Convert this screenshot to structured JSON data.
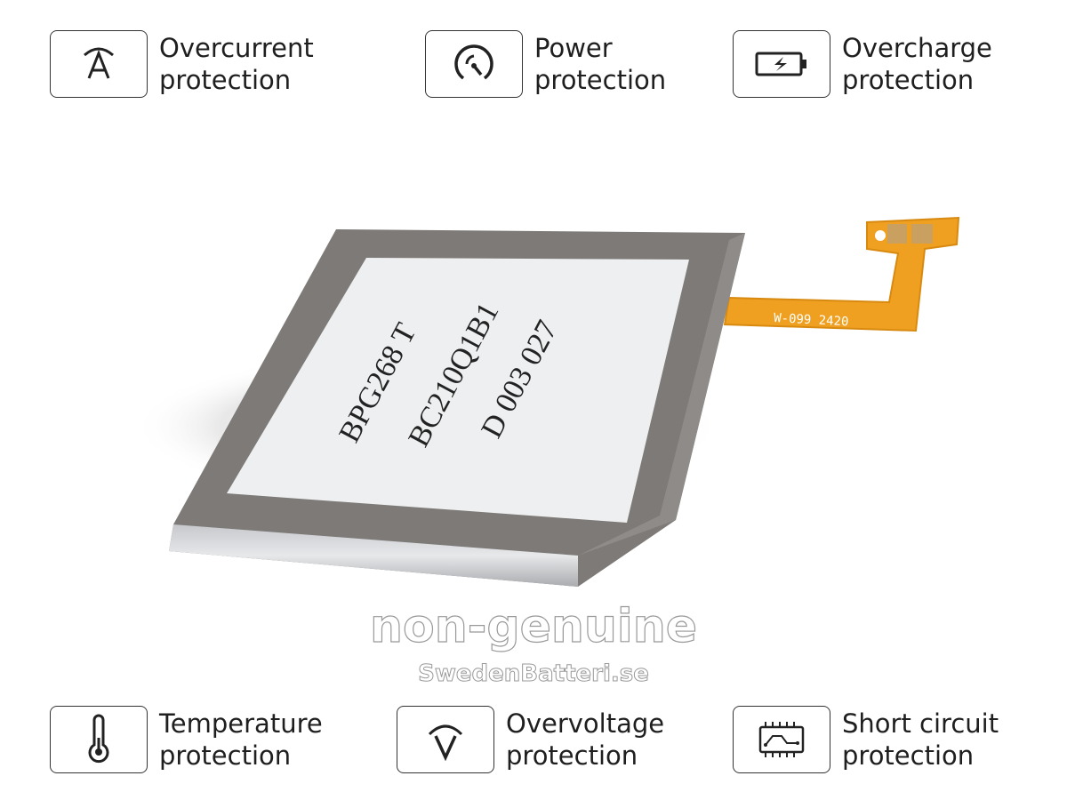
{
  "features": [
    {
      "icon": "ampere-icon",
      "line1": "Overcurrent",
      "line2": "protection"
    },
    {
      "icon": "gauge-icon",
      "line1": "Power",
      "line2": "protection"
    },
    {
      "icon": "battery-charging-icon",
      "line1": "Overcharge",
      "line2": "protection"
    },
    {
      "icon": "thermometer-icon",
      "line1": "Temperature",
      "line2": "protection"
    },
    {
      "icon": "voltage-icon",
      "line1": "Overvoltage",
      "line2": "protection"
    },
    {
      "icon": "circuit-icon",
      "line1": "Short circuit",
      "line2": "protection"
    }
  ],
  "battery": {
    "label_lines": [
      "BPG268 T",
      "BC210Q1B1",
      "D 003 027"
    ],
    "flex_print": "W-099 2420",
    "colors": {
      "casing": "#7a7775",
      "label": "#eeeff1",
      "flex": "#f0a020"
    }
  },
  "watermark": {
    "line1": "non-genuine",
    "line2": "SwedenBatteri.se"
  }
}
